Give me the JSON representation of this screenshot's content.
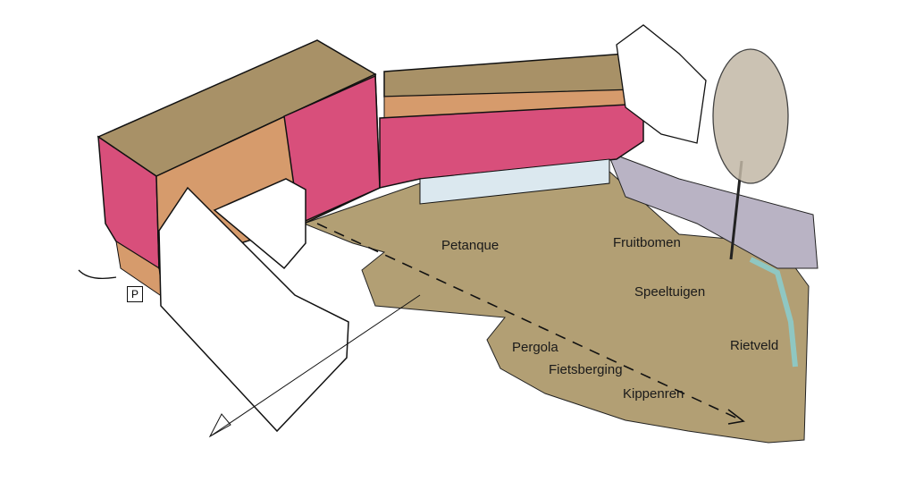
{
  "labels": {
    "petanque": "Petanque",
    "fruitbomen": "Fruitbomen",
    "speeltuigen": "Speeltuigen",
    "rietveld": "Rietveld",
    "pergola": "Pergola",
    "fietsberging": "Fietsberging",
    "kippenren": "Kippenren"
  },
  "parking_sign": "P",
  "colors": {
    "ground": "#b29f74",
    "roof": "#a89167",
    "facade_pink": "#d84f7b",
    "wood": "#d69b6c",
    "glass": "#dbe8ef"
  }
}
